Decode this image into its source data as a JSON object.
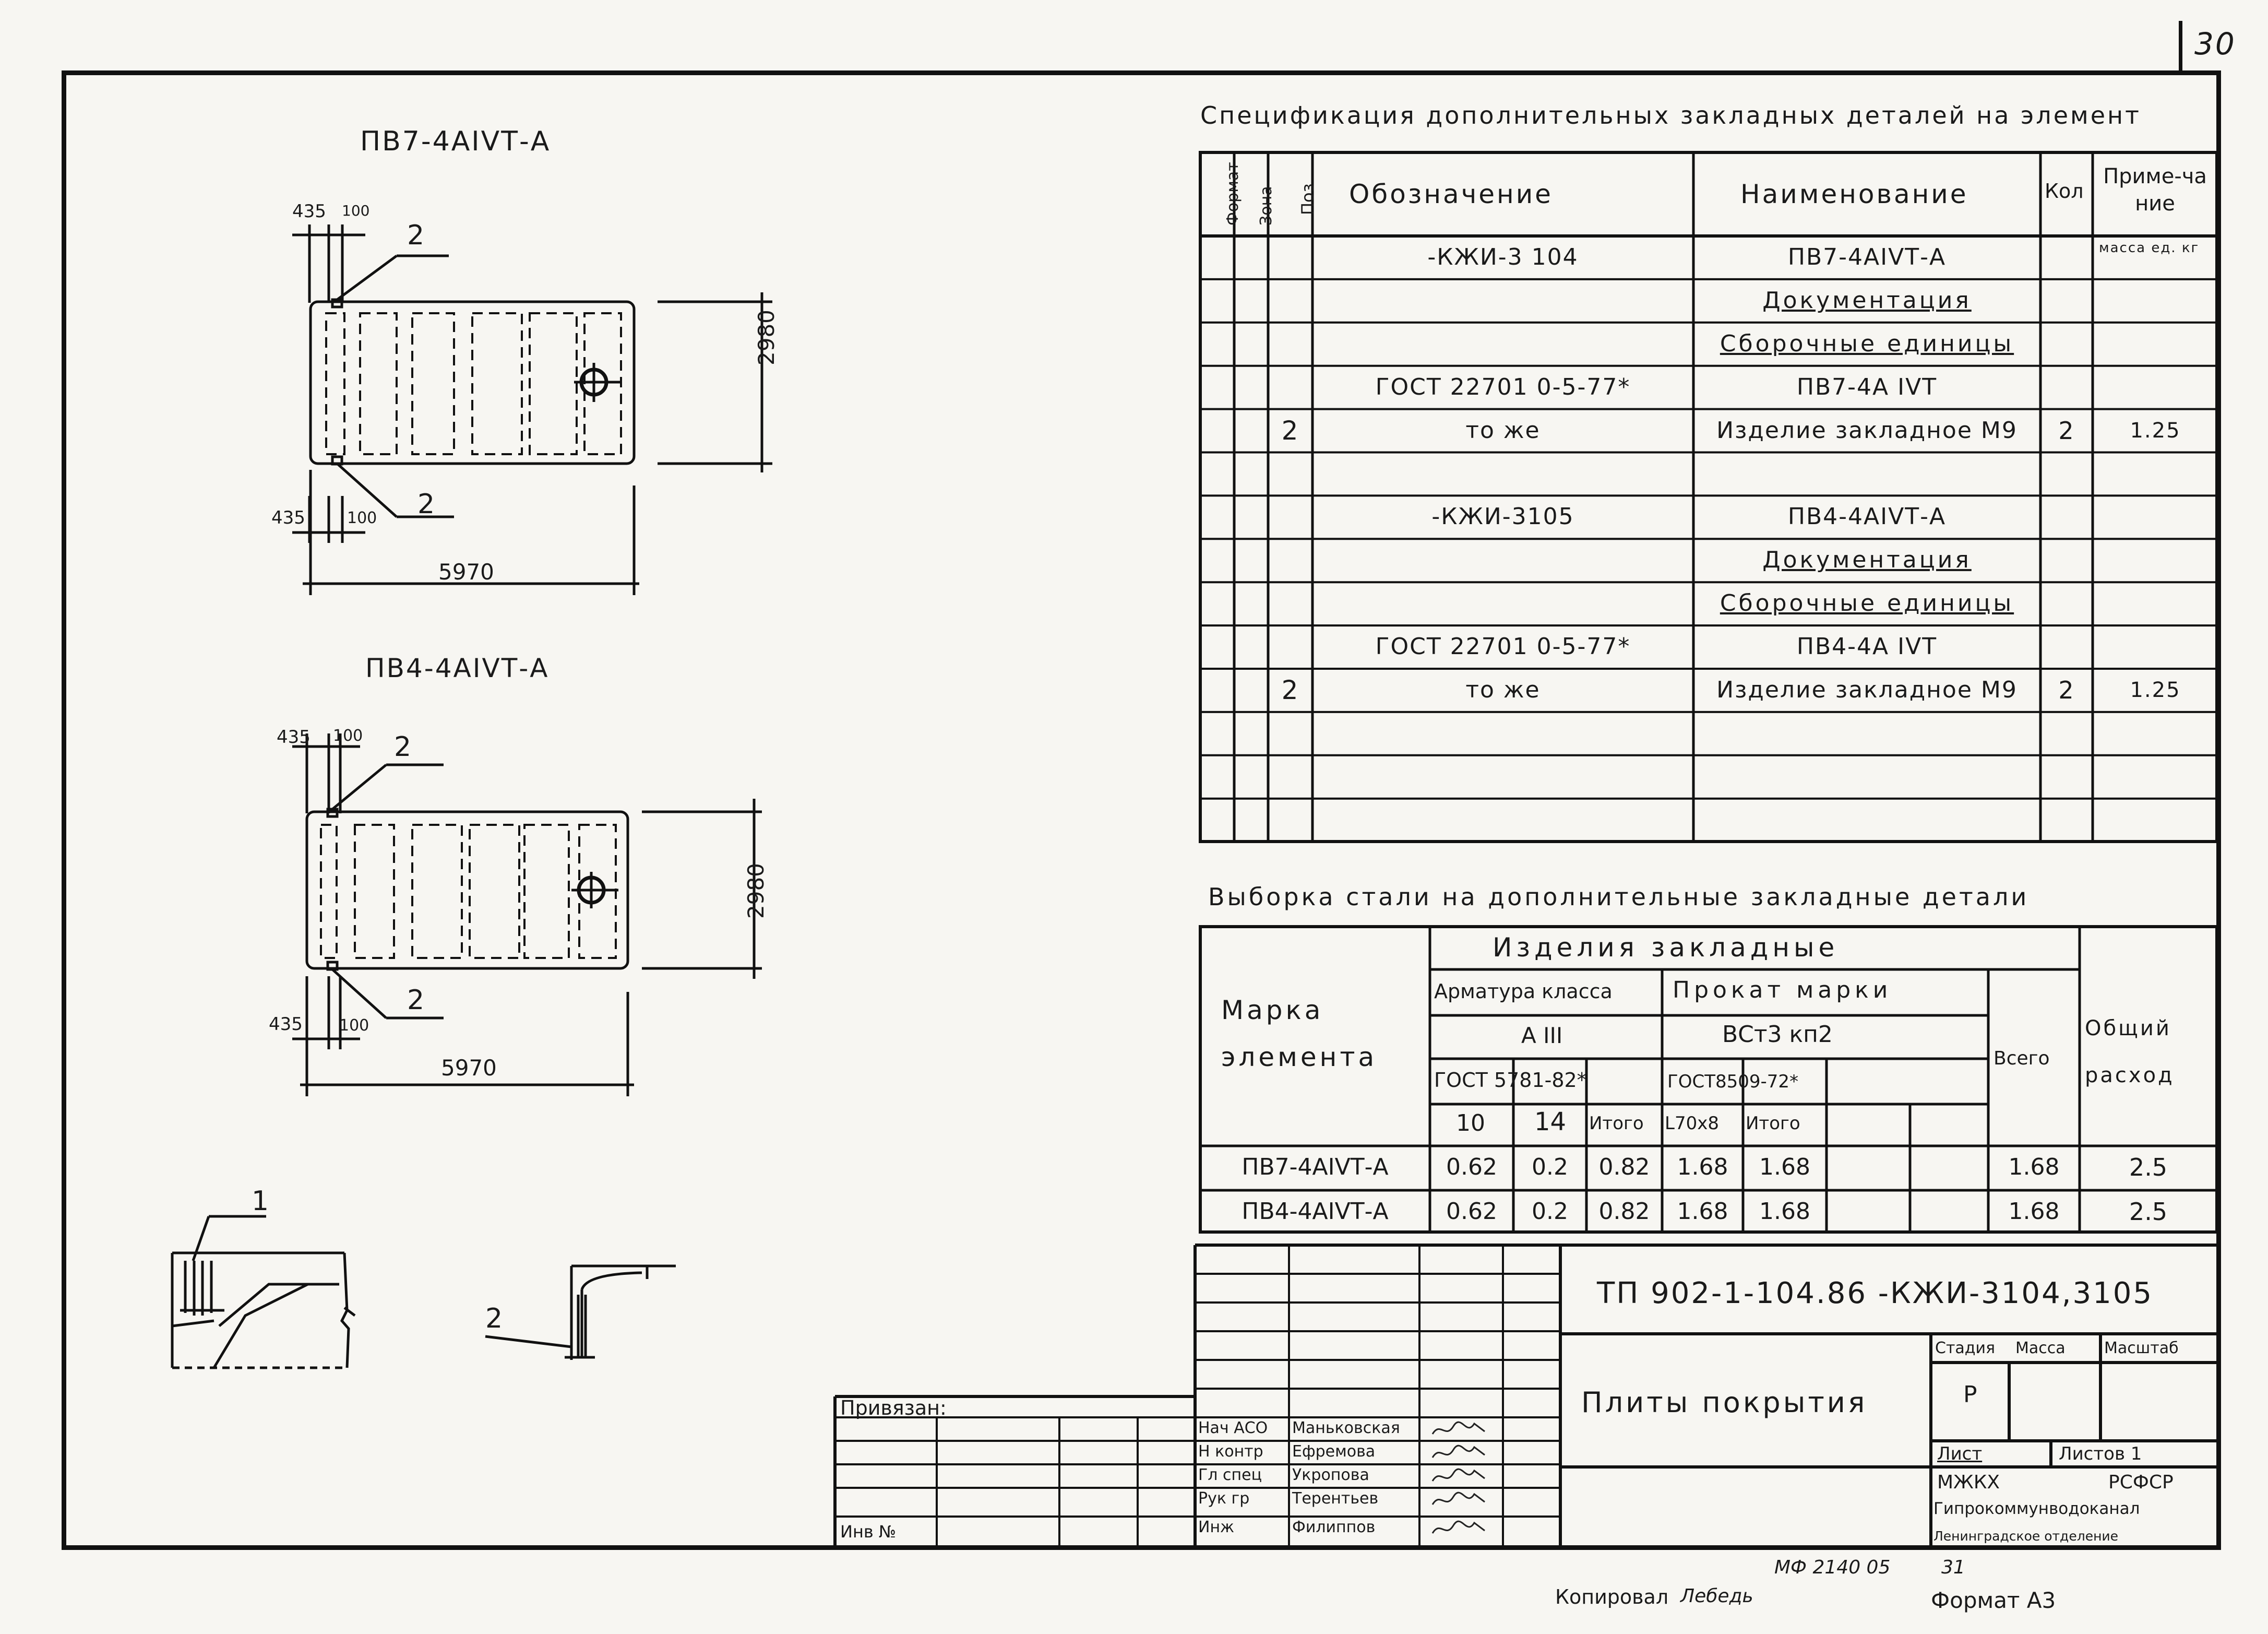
{
  "page_number": "30",
  "drawings": {
    "pv7": {
      "title": "ПВ7-4АIVТ-А",
      "dim_top_a": "435",
      "dim_top_b": "100",
      "dim_bot_a": "435",
      "dim_bot_b": "100",
      "length": "5970",
      "width": "2980",
      "callout_top": "2",
      "callout_bottom": "2"
    },
    "pv4": {
      "title": "ПВ4-4АIVТ-А",
      "dim_top_a": "435",
      "dim_top_b": "100",
      "dim_bot_a": "435",
      "dim_bot_b": "100",
      "length": "5970",
      "width": "2980",
      "callout_top": "2",
      "callout_bottom": "2"
    },
    "detail_1": {
      "label": "1"
    },
    "detail_2": {
      "label": "2"
    }
  },
  "spec": {
    "title": "Спецификация дополнительных закладных деталей на элемент",
    "headers": {
      "format": "Формат",
      "zone": "Зона",
      "pos": "Поз",
      "designation": "Обозначение",
      "name": "Наименование",
      "qty": "Кол",
      "note": "Приме-чание"
    },
    "rows": [
      {
        "pos": "",
        "designation": "-КЖИ-3 104",
        "name": "ПВ7-4АIVТ-А",
        "qty": "",
        "note": "масса ед. кг",
        "underline": false
      },
      {
        "pos": "",
        "designation": "",
        "name": "Документация",
        "qty": "",
        "note": "",
        "underline": true
      },
      {
        "pos": "",
        "designation": "",
        "name": "Сборочные единицы",
        "qty": "",
        "note": "",
        "underline": true
      },
      {
        "pos": "",
        "designation": "ГОСТ 22701 0-5-77*",
        "name": "ПВ7-4А IVТ",
        "qty": "",
        "note": "",
        "underline": false
      },
      {
        "pos": "2",
        "designation": "то же",
        "name": "Изделие закладное М9",
        "qty": "2",
        "note": "1.25",
        "underline": false
      },
      {
        "pos": "",
        "designation": "",
        "name": "",
        "qty": "",
        "note": "",
        "underline": false
      },
      {
        "pos": "",
        "designation": "-КЖИ-3105",
        "name": "ПВ4-4АIVТ-А",
        "qty": "",
        "note": "",
        "underline": false
      },
      {
        "pos": "",
        "designation": "",
        "name": "Документация",
        "qty": "",
        "note": "",
        "underline": true
      },
      {
        "pos": "",
        "designation": "",
        "name": "Сборочные единицы",
        "qty": "",
        "note": "",
        "underline": true
      },
      {
        "pos": "",
        "designation": "ГОСТ 22701 0-5-77*",
        "name": "ПВ4-4А IVТ",
        "qty": "",
        "note": "",
        "underline": false
      },
      {
        "pos": "2",
        "designation": "то же",
        "name": "Изделие закладное М9",
        "qty": "2",
        "note": "1.25",
        "underline": false
      },
      {
        "pos": "",
        "designation": "",
        "name": "",
        "qty": "",
        "note": "",
        "underline": false
      },
      {
        "pos": "",
        "designation": "",
        "name": "",
        "qty": "",
        "note": "",
        "underline": false
      },
      {
        "pos": "",
        "designation": "",
        "name": "",
        "qty": "",
        "note": "",
        "underline": false
      }
    ]
  },
  "steel": {
    "title": "Выборка стали на дополнительные закладные детали",
    "h_mark": "Марка элемента",
    "h_items": "Изделия закладные",
    "h_rebar": "Арматура класса",
    "h_rebar_class": "А III",
    "h_rebar_gost": "ГОСТ 5781-82*",
    "h_rolled": "Прокат марки",
    "h_rolled_grade": "ВСт3 кп2",
    "h_rolled_gost": "ГОСТ8509-72*",
    "h_total": "Всего",
    "h_overall": "Общий расход",
    "sub": [
      "10",
      "14",
      "Итого",
      "L70х8",
      "Итого"
    ],
    "rows": [
      {
        "mark": "ПВ7-4АIVТ-А",
        "c10": "0.62",
        "c14": "0.2",
        "it1": "0.82",
        "l70": "1.68",
        "it2": "1.68",
        "total": "1.68",
        "overall": "2.5"
      },
      {
        "mark": "ПВ4-4АIVТ-А",
        "c10": "0.62",
        "c14": "0.2",
        "it1": "0.82",
        "l70": "1.68",
        "it2": "1.68",
        "total": "1.68",
        "overall": "2.5"
      }
    ]
  },
  "stamp": {
    "code": "ТП 902-1-104.86 -КЖИ-3104,3105",
    "title": "Плиты покрытия",
    "stage_h": "Стадия",
    "mass_h": "Масса",
    "scale_h": "Масштаб",
    "stage": "Р",
    "sheet_h": "Лист",
    "sheets_h": "Листов 1",
    "org1": "МЖКХ",
    "org2": "РСФСР",
    "org3": "Гипрокоммунводоканал",
    "org4": "Ленинградское отделение",
    "binding": "Привязан:",
    "inv": "Инв №",
    "people": [
      {
        "role": "Нач АСО",
        "name": "Маньковская"
      },
      {
        "role": "Н контр",
        "name": "Ефремова"
      },
      {
        "role": "Гл спец",
        "name": "Укропова"
      },
      {
        "role": "Рук гр",
        "name": "Терентьев"
      },
      {
        "role": "Инж",
        "name": "Филиппов"
      }
    ]
  },
  "footer": {
    "archive": "МФ 2140 05",
    "archive_sheet": "31",
    "copied": "Копировал",
    "copier": "Лебедь",
    "format": "Формат А3"
  }
}
